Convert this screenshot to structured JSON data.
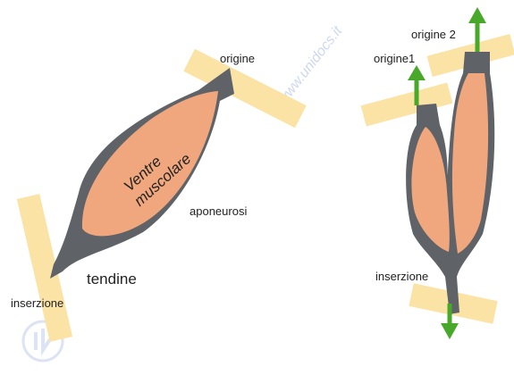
{
  "labels": {
    "belly_line1": "Ventre",
    "belly_line2": "muscolare",
    "origin_left": "origine",
    "aponeurosis": "aponeurosi",
    "tendon": "tendine",
    "insertion_left": "inserzione",
    "origin_1": "origine1",
    "origin_2": "origine 2",
    "insertion_right": "inserzione"
  },
  "watermark": "www.unidocs.it",
  "colors": {
    "bone": "#fbe3a6",
    "muscle": "#f0a77d",
    "tendon": "#5f6368",
    "arrow": "#48a82a",
    "text": "#222222",
    "watermark": "#c9d4ec"
  }
}
